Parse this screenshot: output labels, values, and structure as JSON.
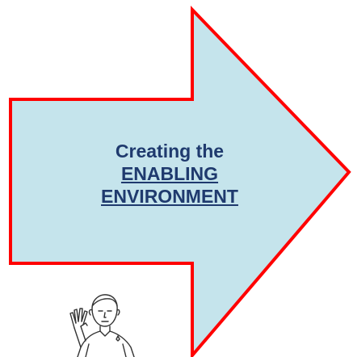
{
  "diagram": {
    "arrow_fill_color": "#c5e4ec",
    "arrow_stroke_color": "#ff0000",
    "text_color": "#1f3a6e",
    "caption": {
      "line1": "Creating the",
      "line2": "ENABLING",
      "line3": "ENVIRONMENT"
    },
    "figure_icon": "vulcan-salute-figure-icon"
  }
}
